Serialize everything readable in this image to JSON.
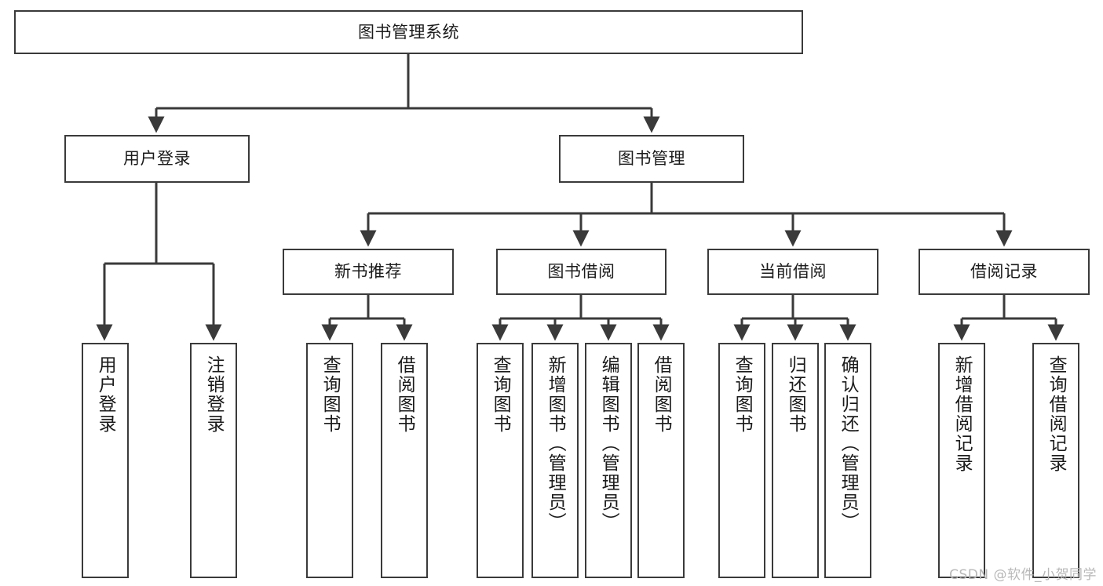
{
  "diagram": {
    "title": "图书管理系统",
    "type": "tree-hierarchy-diagram",
    "watermark": "CSDN @软件_小贺同学",
    "colors": {
      "box_border": "#3a3a3a",
      "box_fill": "#ffffff",
      "edge": "#3a3a3a",
      "text": "#1b1b1b",
      "watermark": "#b8b8b8",
      "background": "#ffffff"
    },
    "root": {
      "label": "图书管理系统"
    },
    "level2": [
      {
        "label": "用户登录"
      },
      {
        "label": "图书管理"
      }
    ],
    "level3": [
      {
        "label": "新书推荐"
      },
      {
        "label": "图书借阅"
      },
      {
        "label": "当前借阅"
      },
      {
        "label": "借阅记录"
      }
    ],
    "leaves": {
      "user_login": [
        {
          "label": "用户登录"
        },
        {
          "label": "注销登录"
        }
      ],
      "new_book_recommend": [
        {
          "label": "查询图书"
        },
        {
          "label": "借阅图书"
        }
      ],
      "book_borrow": [
        {
          "label": "查询图书"
        },
        {
          "label": "新增图书（管理员）"
        },
        {
          "label": "编辑图书（管理员）"
        },
        {
          "label": "借阅图书"
        }
      ],
      "current_borrow": [
        {
          "label": "查询图书"
        },
        {
          "label": "归还图书"
        },
        {
          "label": "确认归还（管理员）"
        }
      ],
      "borrow_record": [
        {
          "label": "新增借阅记录"
        },
        {
          "label": "查询借阅记录"
        }
      ]
    }
  }
}
